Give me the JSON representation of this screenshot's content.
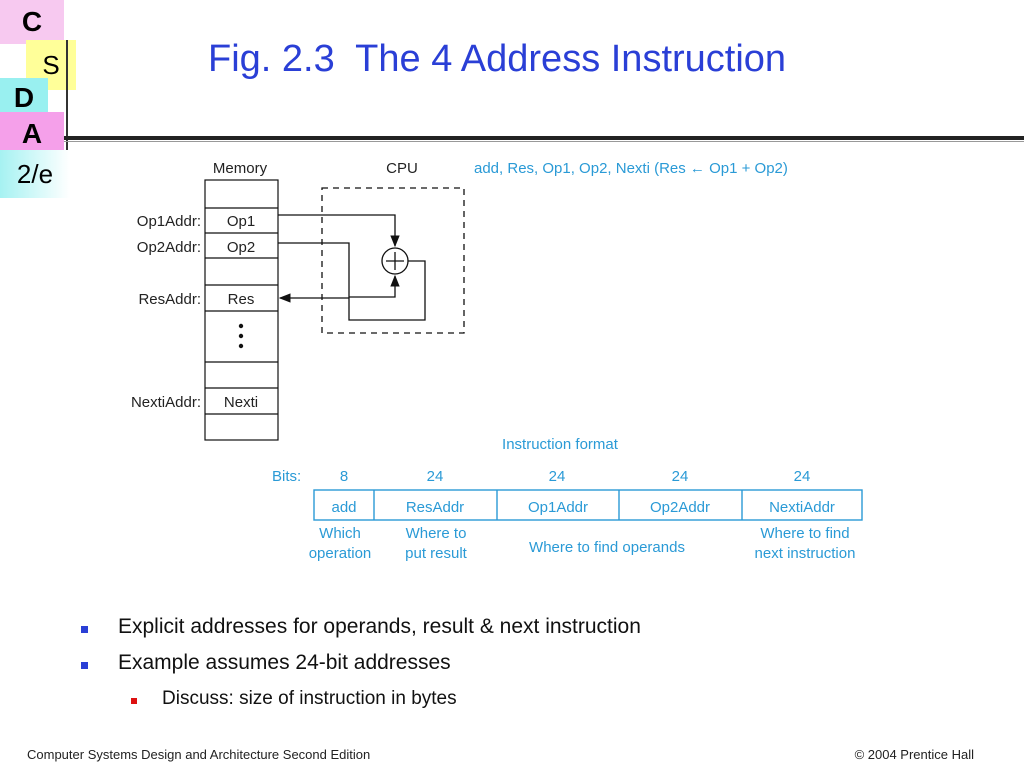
{
  "logo": {
    "c": "C",
    "s": "S",
    "d": "D",
    "a": "A",
    "edition": "2/e"
  },
  "title": "Fig. 2.3  The 4 Address Instruction",
  "diagram": {
    "memory_label": "Memory",
    "cpu_label": "CPU",
    "instruction_text": "add, Res, Op1, Op2, Nexti  (Res ← Op1 + Op2)",
    "address_labels": {
      "op1": "Op1Addr:",
      "op2": "Op2Addr:",
      "res": "ResAddr:",
      "nexti": "NextiAddr:"
    },
    "cells": {
      "op1": "Op1",
      "op2": "Op2",
      "res": "Res",
      "nexti": "Nexti"
    },
    "format_title": "Instruction format",
    "bits_label": "Bits:",
    "fields": [
      {
        "bits": "8",
        "name": "add"
      },
      {
        "bits": "24",
        "name": "ResAddr"
      },
      {
        "bits": "24",
        "name": "Op1Addr"
      },
      {
        "bits": "24",
        "name": "Op2Addr"
      },
      {
        "bits": "24",
        "name": "NextiAddr"
      }
    ],
    "notes": {
      "which_l1": "Which",
      "which_l2": "operation",
      "where_l1": "Where to",
      "where_l2": "put result",
      "operands": "Where to find operands",
      "next_l1": "Where to find",
      "next_l2": "next instruction"
    }
  },
  "bullets": [
    "Explicit addresses for operands, result & next instruction",
    "Example assumes 24-bit addresses",
    "Discuss: size of instruction in bytes"
  ],
  "footer": {
    "left": "Computer Systems Design and Architecture Second Edition",
    "right": "© 2004 Prentice Hall"
  }
}
